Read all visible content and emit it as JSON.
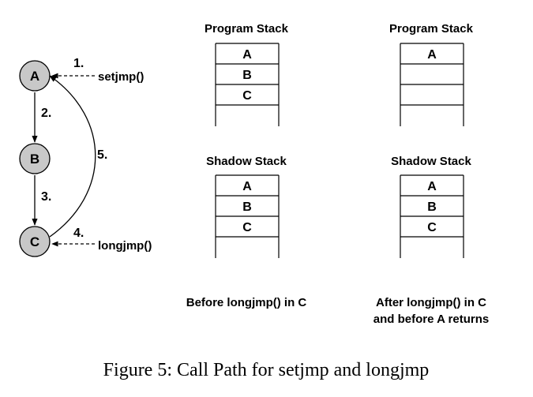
{
  "nodes": [
    {
      "id": "A",
      "label": "A"
    },
    {
      "id": "B",
      "label": "B"
    },
    {
      "id": "C",
      "label": "C"
    }
  ],
  "edges": [
    {
      "id": "edge-a-b",
      "from": "A",
      "to": "B",
      "label": "2.",
      "style": "solid"
    },
    {
      "id": "edge-b-c",
      "from": "B",
      "to": "C",
      "label": "3.",
      "style": "solid"
    },
    {
      "id": "edge-c-a",
      "from": "C",
      "to": "A",
      "label": "5.",
      "style": "solid-curved"
    }
  ],
  "calls": {
    "setjmp": {
      "step": "1.",
      "label": "setjmp()",
      "target": "A"
    },
    "longjmp": {
      "step": "4.",
      "label": "longjmp()",
      "target": "C"
    }
  },
  "stacks": {
    "before": {
      "program_title": "Program Stack",
      "program_cells": [
        "A",
        "B",
        "C",
        ""
      ],
      "shadow_title": "Shadow Stack",
      "shadow_cells": [
        "A",
        "B",
        "C",
        ""
      ],
      "caption_line1": "Before longjmp() in C",
      "caption_line2": ""
    },
    "after": {
      "program_title": "Program Stack",
      "program_cells": [
        "A",
        "",
        "",
        ""
      ],
      "shadow_title": "Shadow Stack",
      "shadow_cells": [
        "A",
        "B",
        "C",
        ""
      ],
      "caption_line1": "After longjmp() in C",
      "caption_line2": "and before A returns"
    }
  },
  "figure_caption": "Figure 5: Call Path for setjmp and longjmp",
  "colors": {
    "node_fill": "#c8c8c8",
    "stroke": "#000000",
    "background": "#ffffff"
  }
}
